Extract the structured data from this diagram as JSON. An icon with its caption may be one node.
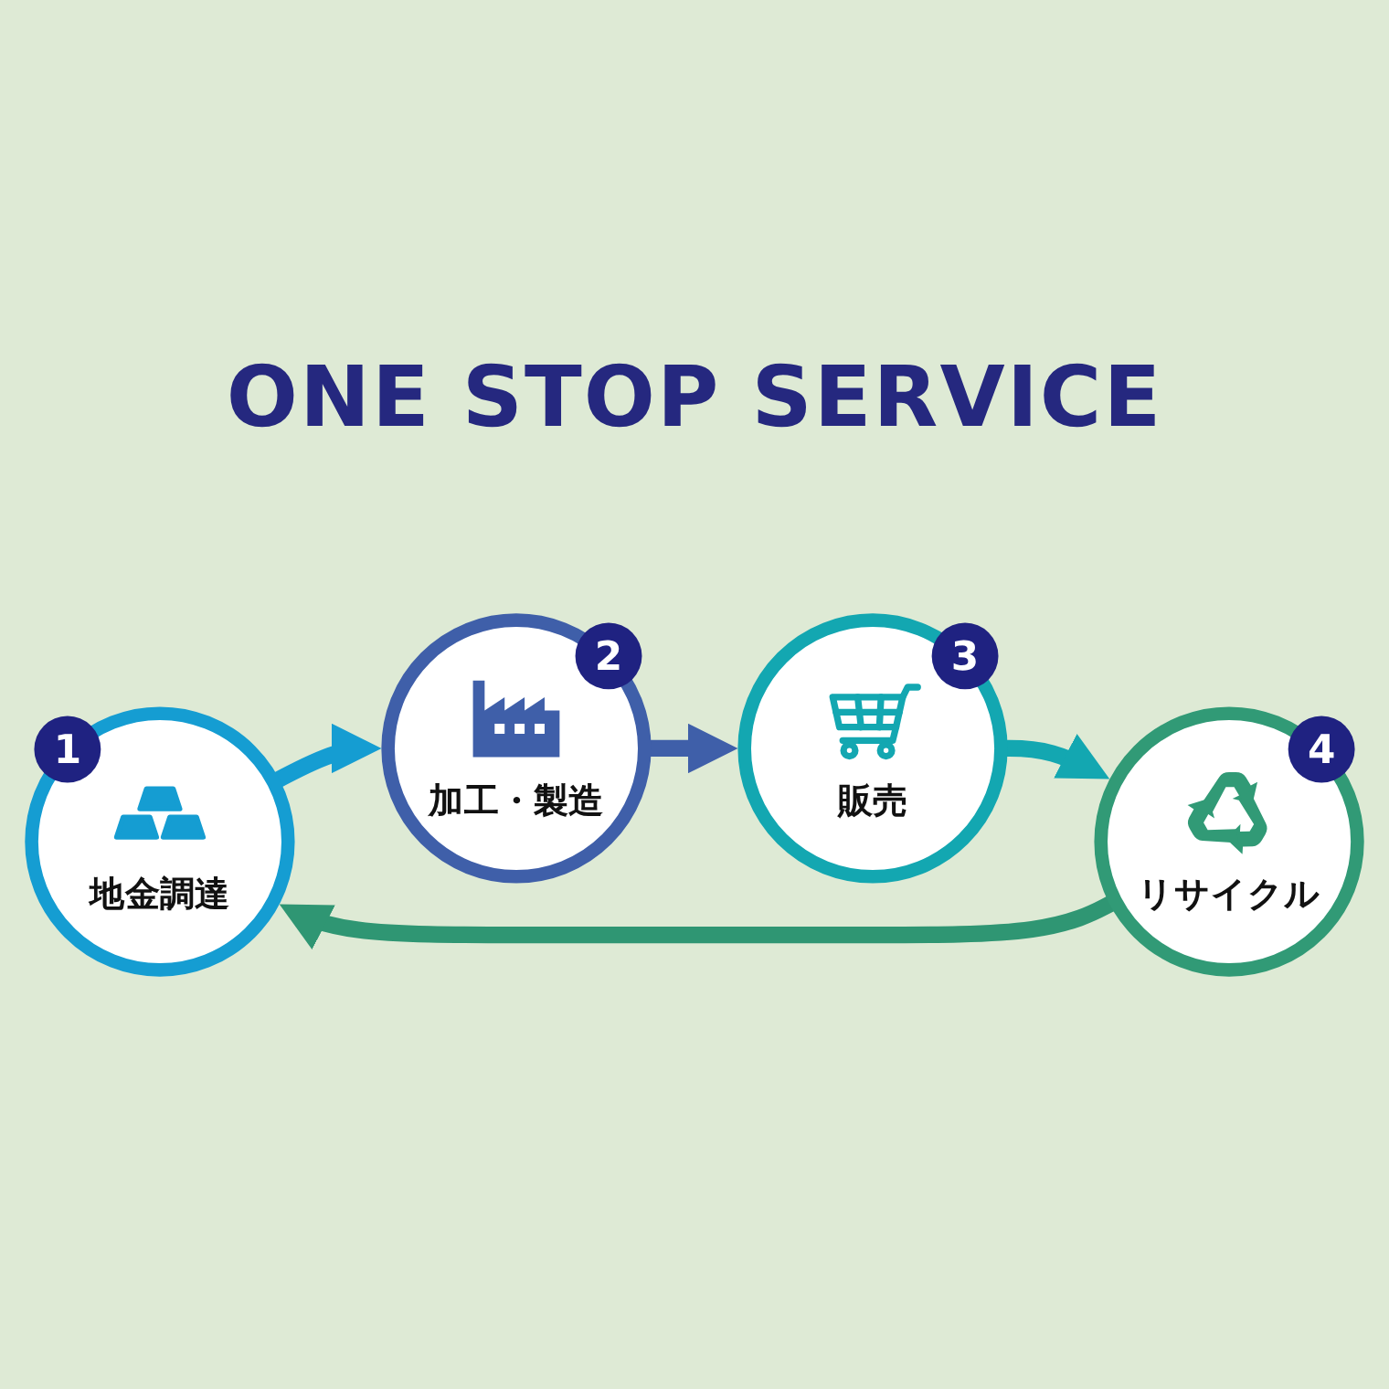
{
  "diagram": {
    "title": "ONE STOP SERVICE",
    "nodes": [
      {
        "text": [
          "地金調達"
        ],
        "beside": [
          "1"
        ]
      },
      {
        "text": [
          "加工・製造"
        ],
        "beside": [
          "2"
        ]
      },
      {
        "text": [
          "販売"
        ],
        "beside": [
          "3"
        ]
      },
      {
        "text": [
          "リサイクル"
        ],
        "beside": [
          "4"
        ]
      }
    ],
    "edges": [
      {
        "from": 0,
        "to": 1,
        "arrow": "to",
        "color": "#159dd2"
      },
      {
        "from": 1,
        "to": 2,
        "arrow": "to",
        "color": "#3f5fa9"
      },
      {
        "from": 2,
        "to": 3,
        "arrow": "to",
        "color": "#13a7b1"
      },
      {
        "from": 3,
        "to": 0,
        "arrow": "to",
        "color": "#2f9673"
      }
    ]
  }
}
